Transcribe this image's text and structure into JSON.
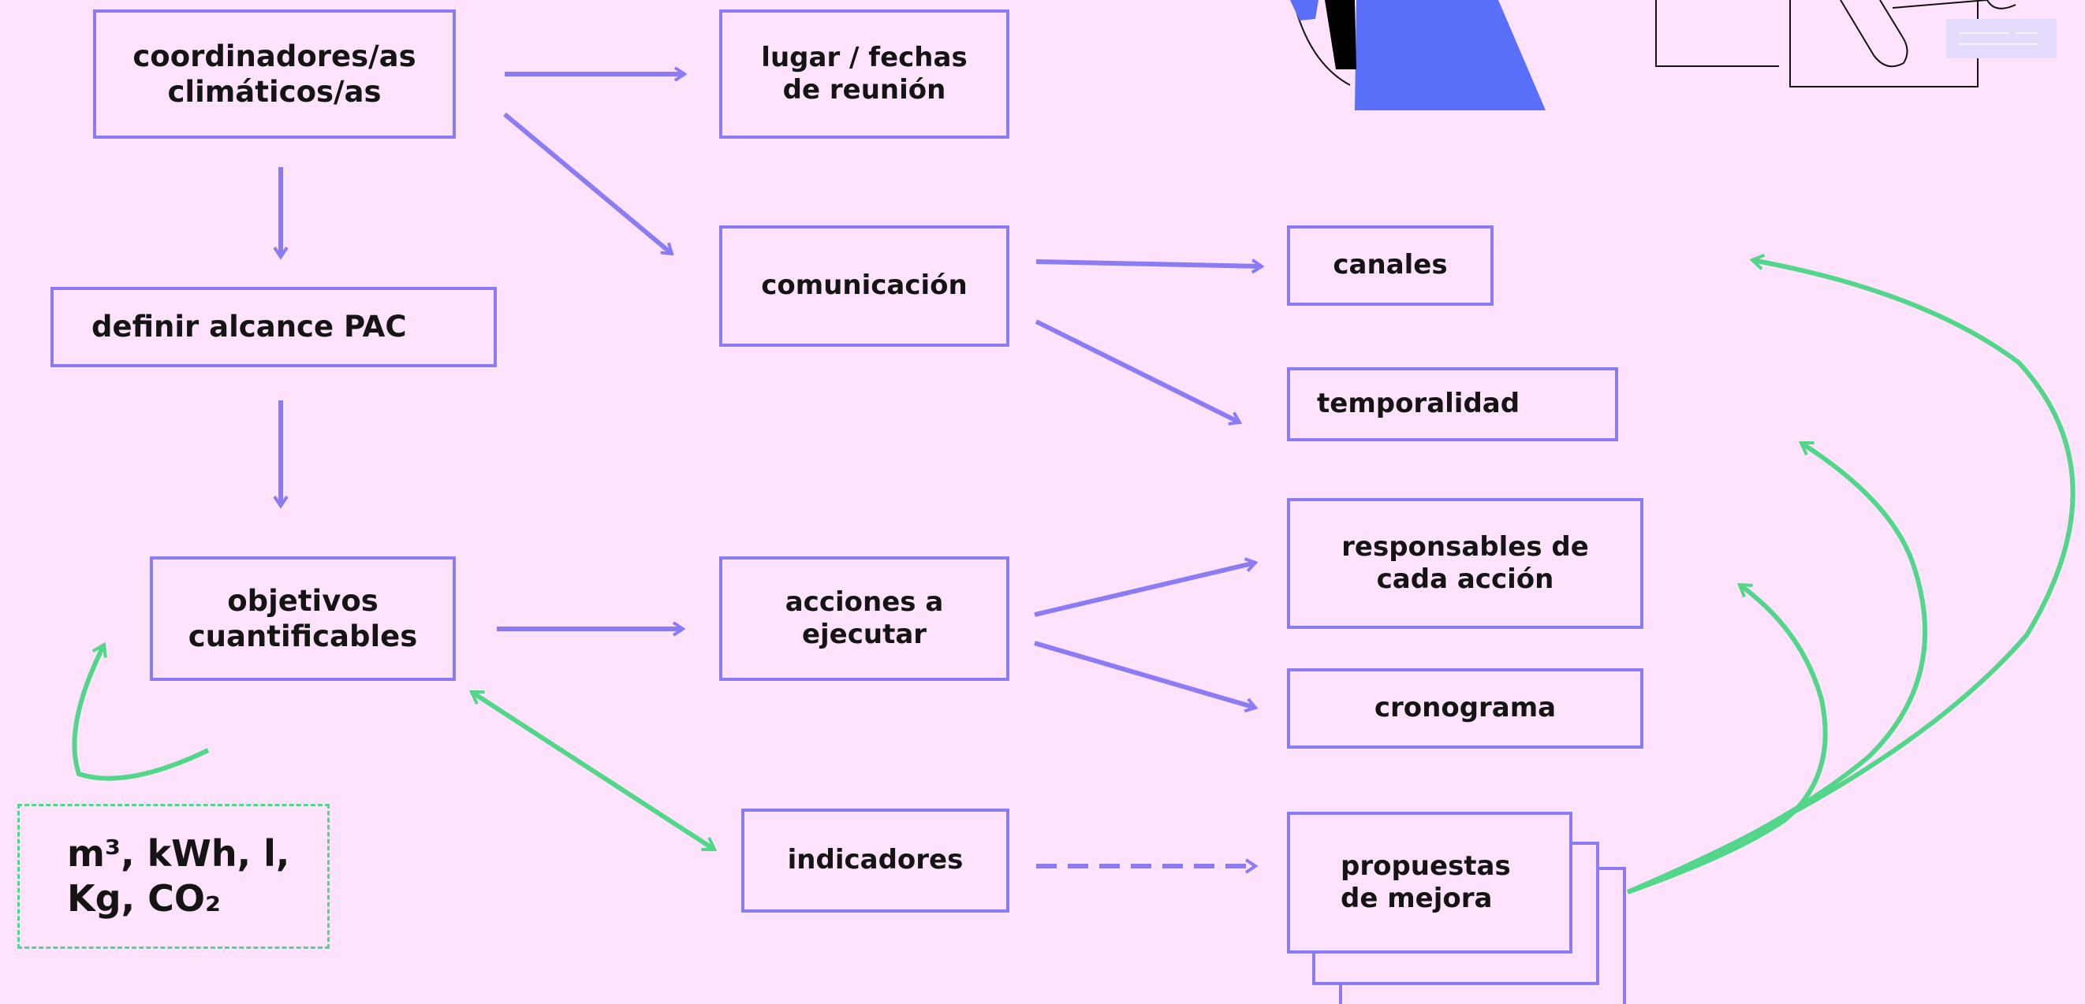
{
  "colors": {
    "background": "#FFE3FD",
    "box_border": "#8B7CF6",
    "arrow_purple": "#8B7CF6",
    "arrow_green": "#52D68A",
    "illustration_blue": "#5A6FF7",
    "text": "#141414"
  },
  "nodes": {
    "coordinadores": "coordinadores/as\nclimáticos/as",
    "lugar_fechas": "lugar / fechas\nde reunión",
    "definir_alcance": "definir alcance PAC",
    "comunicacion": "comunicación",
    "canales": "canales",
    "temporalidad": "temporalidad",
    "responsables": "responsables de\ncada acción",
    "objetivos": "objetivos\ncuantificables",
    "acciones": "acciones a\nejecutar",
    "cronograma": "cronograma",
    "indicadores": "indicadores",
    "propuestas": "propuestas\nde mejora"
  },
  "units_note": "m³, kWh, l,\nKg, CO₂"
}
